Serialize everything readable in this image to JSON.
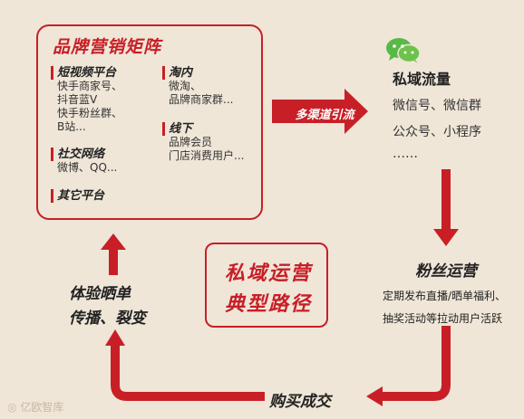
{
  "colors": {
    "accent": "#c81f27",
    "background": "#efe6d8",
    "wechat_green": "#58b947"
  },
  "matrix": {
    "title": "品牌营销矩阵",
    "groups": [
      {
        "title": "短视频平台",
        "items": [
          "快手商家号、",
          "抖音蓝V",
          "快手粉丝群、",
          "B站..."
        ]
      },
      {
        "title": "淘内",
        "items": [
          "微淘、",
          "品牌商家群..."
        ]
      },
      {
        "title": "社交网络",
        "items": [
          "微博、QQ..."
        ]
      },
      {
        "title": "线下",
        "items": [
          "品牌会员",
          "门店消费用户..."
        ]
      },
      {
        "title": "其它平台",
        "items": []
      }
    ]
  },
  "channel_arrow": {
    "label": "多渠道引流"
  },
  "private_traffic": {
    "icon": "wechat-icon",
    "title": "私域流量",
    "items": [
      "微信号、微信群",
      "公众号、小程序",
      "……"
    ]
  },
  "fans_operation": {
    "title": "粉丝运营",
    "desc": [
      "定期发布直播/晒单福利、",
      "抽奖活动等拉动用户活跃"
    ]
  },
  "purchase": {
    "label": "购买成交"
  },
  "experience": {
    "lines": [
      "体验晒单",
      "传播、裂变"
    ]
  },
  "center": {
    "lines": [
      "私域运营",
      "典型路径"
    ]
  },
  "watermark": {
    "text": "亿欧智库"
  }
}
